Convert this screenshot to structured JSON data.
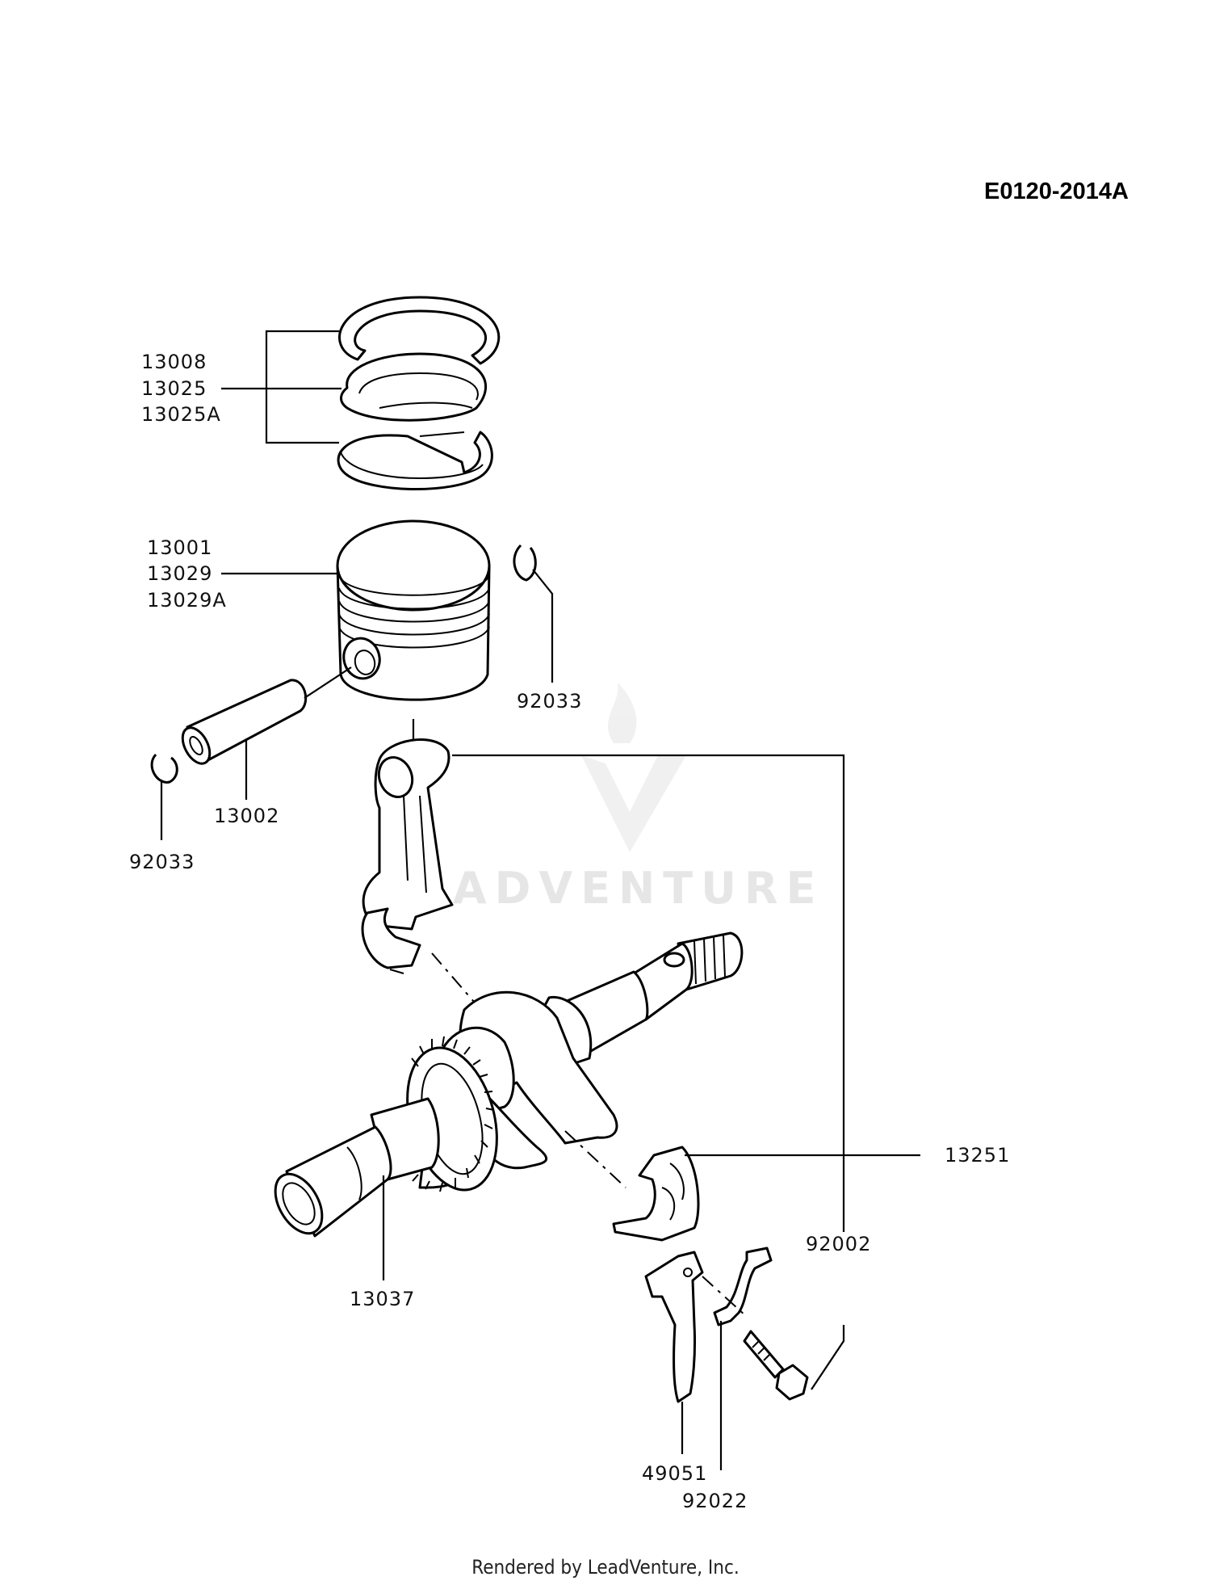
{
  "diagram_code": "E0120-2014A",
  "watermark": "LEADVENTURE",
  "footer": "Rendered by LeadVenture, Inc.",
  "callouts": {
    "rings": [
      "13008",
      "13025",
      "13025A"
    ],
    "piston": [
      "13001",
      "13029",
      "13029A"
    ],
    "circlip_right": "92033",
    "piston_pin": "13002",
    "circlip_left": "92033",
    "bearing_cap": "13251",
    "bolt": "92002",
    "crankshaft": "13037",
    "dipper": "49051",
    "washer": "92022"
  }
}
